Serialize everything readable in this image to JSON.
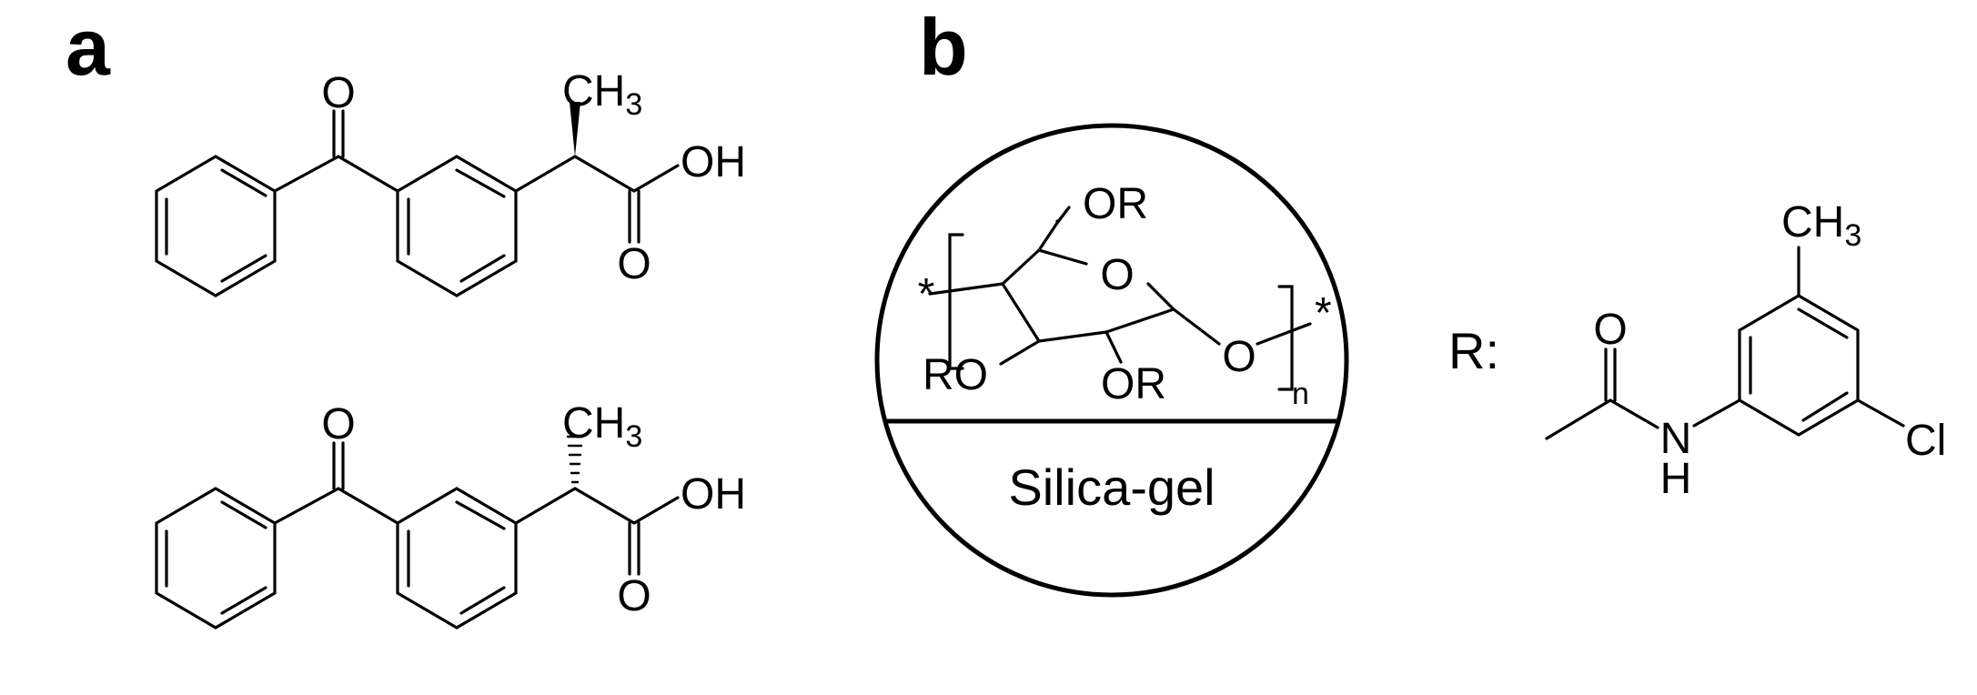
{
  "panels": {
    "a": {
      "label": "a",
      "top_molecule": {
        "carbonyl_oxygen": "O",
        "methyl": "CH",
        "methyl_subscript": "3",
        "hydroxyl": "OH",
        "acid_oxygen": "O",
        "stereo_bond": "wedge"
      },
      "bottom_molecule": {
        "carbonyl_oxygen": "O",
        "methyl": "CH",
        "methyl_subscript": "3",
        "hydroxyl": "OH",
        "acid_oxygen": "O",
        "stereo_bond": "hash"
      }
    },
    "b": {
      "label": "b",
      "cellulose": {
        "or_top": "OR",
        "ring_oxygen": "O",
        "ro_left": "RO",
        "or_bottom": "OR",
        "glycosidic_oxygen": "O",
        "repeat_subscript": "n",
        "star_left": "*",
        "star_right": "*"
      },
      "support_label": "Silica-gel",
      "r_group": {
        "label": "R:",
        "carbonyl_oxygen": "O",
        "amide_n": "N",
        "amide_h": "H",
        "methyl": "CH",
        "methyl_subscript": "3",
        "chloro": "Cl"
      }
    }
  }
}
